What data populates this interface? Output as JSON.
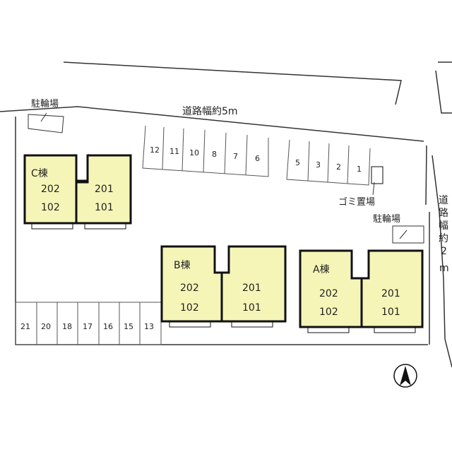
{
  "road_top": "道路幅約5m",
  "road_right": [
    "道",
    "路",
    "幅",
    "約",
    "2",
    "m"
  ],
  "bicycle_parking_nw": "駐輪場",
  "bicycle_parking_e": "駐輪場",
  "garbage": "ゴミ置場",
  "parking_top_left": [
    "12",
    "11",
    "10",
    "8",
    "7",
    "6"
  ],
  "parking_top_right": [
    "5",
    "3",
    "2",
    "1"
  ],
  "parking_bottom": [
    "21",
    "20",
    "18",
    "17",
    "16",
    "15",
    "13"
  ],
  "buildings": {
    "c": {
      "name": "C棟",
      "left_units": [
        "202",
        "102"
      ],
      "right_units": [
        "201",
        "101"
      ]
    },
    "b": {
      "name": "B棟",
      "left_units": [
        "202",
        "102"
      ],
      "right_units": [
        "201",
        "101"
      ]
    },
    "a": {
      "name": "A棟",
      "left_units": [
        "202",
        "102"
      ],
      "right_units": [
        "201",
        "101"
      ]
    }
  },
  "colors": {
    "building_fill": "#f5f5b8",
    "outline": "#111111"
  },
  "north_icon": "north-arrow-icon"
}
